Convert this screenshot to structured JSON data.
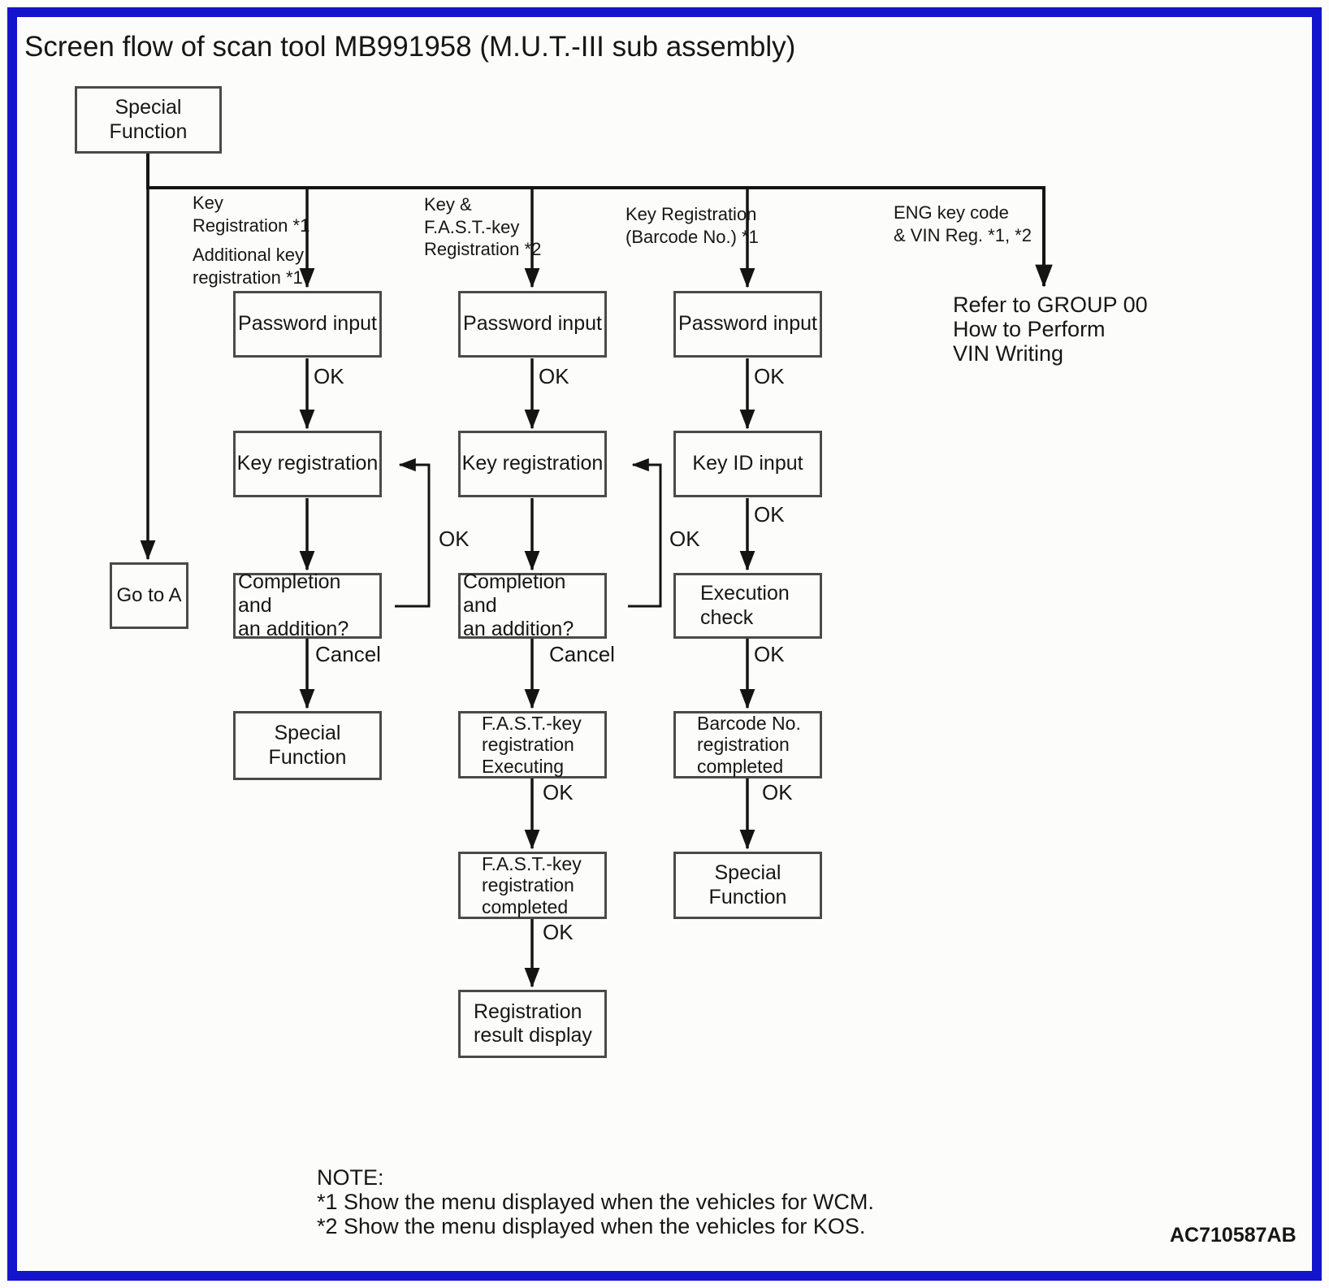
{
  "title": "Screen flow of scan tool MB991958 (M.U.T.-III sub assembly)",
  "labels": {
    "ok": "OK",
    "cancel": "Cancel"
  },
  "start_box": "Special\nFunction",
  "goto_box": "Go to A",
  "branches": {
    "key_reg": "Key\nRegistration *1",
    "key_reg_additional": "Additional key\nregistration *1",
    "fast_key": "Key &\nF.A.S.T.-key\nRegistration *2",
    "barcode": "Key Registration\n(Barcode No.) *1",
    "eng_vin": "ENG key code\n& VIN Reg. *1, *2",
    "refer": "Refer to GROUP 00\nHow to Perform\nVIN Writing"
  },
  "col_a": {
    "password": "Password input",
    "key_reg": "Key registration",
    "completion": "Completion and\nan addition?",
    "special": "Special\nFunction"
  },
  "col_b": {
    "password": "Password input",
    "key_reg": "Key registration",
    "completion": "Completion and\nan addition?",
    "fast_exec": "F.A.S.T.-key\nregistration\nExecuting",
    "fast_done": "F.A.S.T.-key\nregistration\ncompleted",
    "result": "Registration\nresult display"
  },
  "col_c": {
    "password": "Password input",
    "key_id": "Key ID input",
    "exec_check": "Execution\ncheck",
    "barcode_done": "Barcode No.\nregistration\ncompleted",
    "special": "Special\nFunction"
  },
  "note": {
    "heading": "NOTE:",
    "line1": "*1 Show the menu displayed when the vehicles for WCM.",
    "line2": "*2 Show the menu displayed when the vehicles for KOS."
  },
  "figure_code": "AC710587AB",
  "colors": {
    "frame_blue": "#1414cc",
    "line_black": "#141414",
    "box_border_gray": "#4a4a4a"
  }
}
